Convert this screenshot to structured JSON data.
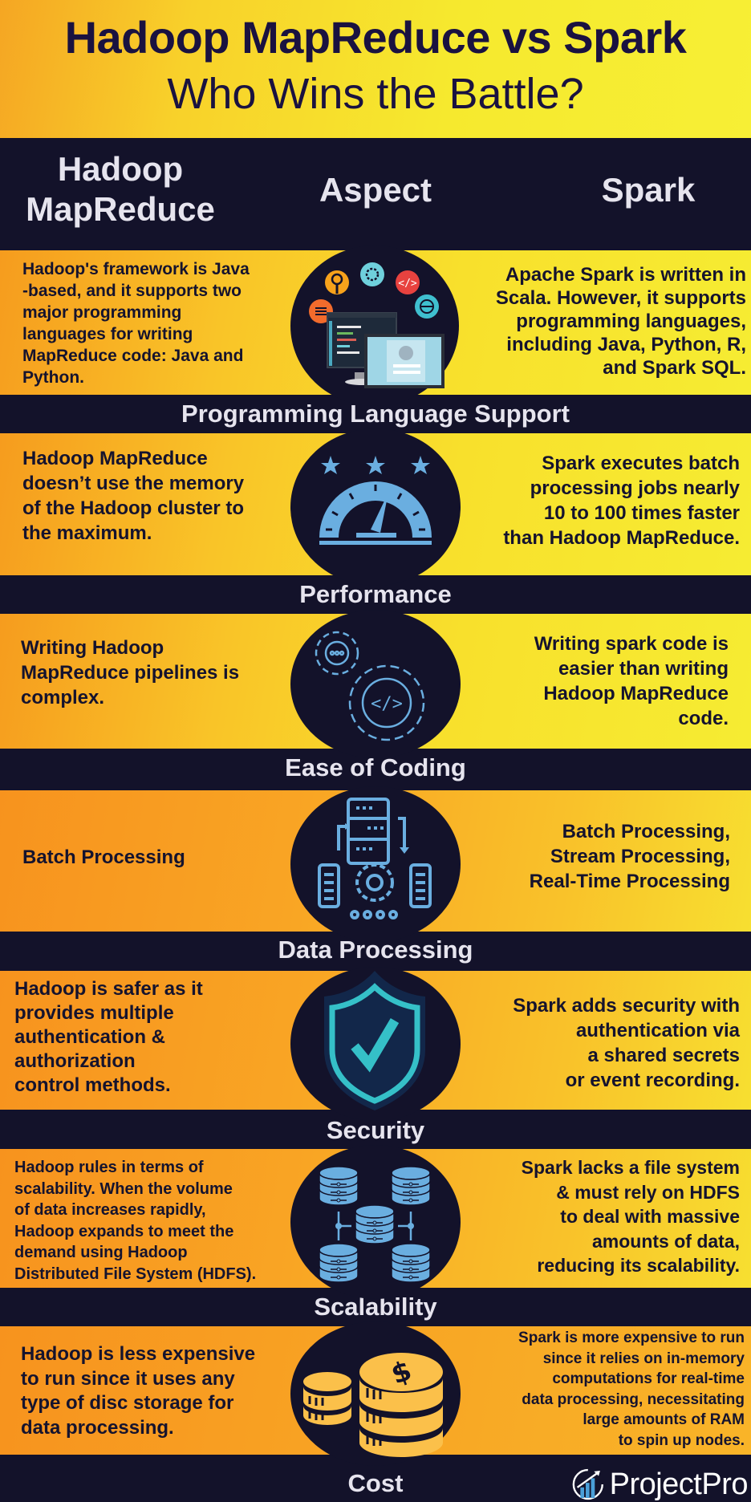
{
  "title": {
    "main": "Hadoop MapReduce vs Spark",
    "sub": "Who Wins the Battle?"
  },
  "columns": {
    "left": [
      "Hadoop",
      "MapReduce"
    ],
    "middle": "Aspect",
    "right": "Spark"
  },
  "rows": [
    {
      "aspect": "Programming Language Support",
      "icon": "computer-monitors-icon",
      "hadoop": [
        "Hadoop's framework is Java",
        "-based, and it supports two",
        "major programming",
        "languages for writing",
        "MapReduce code: Java and",
        "Python."
      ],
      "spark": [
        "Apache Spark is written in",
        "Scala. However, it supports",
        "programming languages,",
        "including Java, Python, R,",
        "and Spark SQL."
      ]
    },
    {
      "aspect": "Performance",
      "icon": "speedometer-icon",
      "hadoop": [
        "Hadoop MapReduce",
        "doesn’t use the memory",
        "of the Hadoop cluster to",
        "the maximum."
      ],
      "spark": [
        "Spark executes batch",
        "processing jobs nearly",
        "10 to 100 times faster",
        "than Hadoop MapReduce."
      ]
    },
    {
      "aspect": "Ease of Coding",
      "icon": "gears-code-icon",
      "hadoop": [
        "Writing Hadoop",
        "MapReduce pipelines is",
        "complex."
      ],
      "spark": [
        "Writing spark code is",
        "easier than writing",
        "Hadoop MapReduce",
        "code."
      ]
    },
    {
      "aspect": "Data Processing",
      "icon": "server-processing-icon",
      "hadoop": [
        "Batch Processing"
      ],
      "spark": [
        "Batch Processing,",
        "Stream Processing,",
        "Real-Time Processing"
      ]
    },
    {
      "aspect": "Security",
      "icon": "shield-check-icon",
      "hadoop": [
        "Hadoop is safer as it",
        "provides multiple",
        "authentication &",
        "authorization",
        "control methods."
      ],
      "spark": [
        "Spark adds security with",
        "authentication via",
        "a shared secrets",
        "or event recording."
      ]
    },
    {
      "aspect": "Scalability",
      "icon": "database-cluster-icon",
      "hadoop": [
        "Hadoop rules in terms of",
        "scalability. When the volume",
        "of data increases rapidly,",
        "Hadoop expands to meet the",
        "demand using Hadoop",
        "Distributed File System (HDFS)."
      ],
      "spark": [
        "Spark lacks a file system",
        "& must rely on HDFS",
        "to deal with massive",
        "amounts of data,",
        "reducing its scalability."
      ]
    },
    {
      "aspect": "Cost",
      "icon": "coins-dollar-icon",
      "hadoop": [
        "Hadoop is less expensive",
        "to run since it uses any",
        "type of disc storage for",
        "data processing."
      ],
      "spark": [
        "Spark is more expensive to run",
        "since it relies on in-memory",
        "computations for real-time",
        "data processing, necessitating",
        "large amounts of RAM",
        "to spin up nodes."
      ]
    }
  ],
  "brand": {
    "name": "ProjectPro",
    "icon": "growth-chart-logo-icon"
  },
  "colors": {
    "dark_navy": "#13122a",
    "title_text": "#1a1240",
    "label_text": "#e6e4ee",
    "orange": "#f7931e",
    "yellow": "#f6ec32",
    "icon_blue": "#6aaee0",
    "icon_teal": "#35c0c8",
    "coin_gold": "#fbc04a"
  }
}
